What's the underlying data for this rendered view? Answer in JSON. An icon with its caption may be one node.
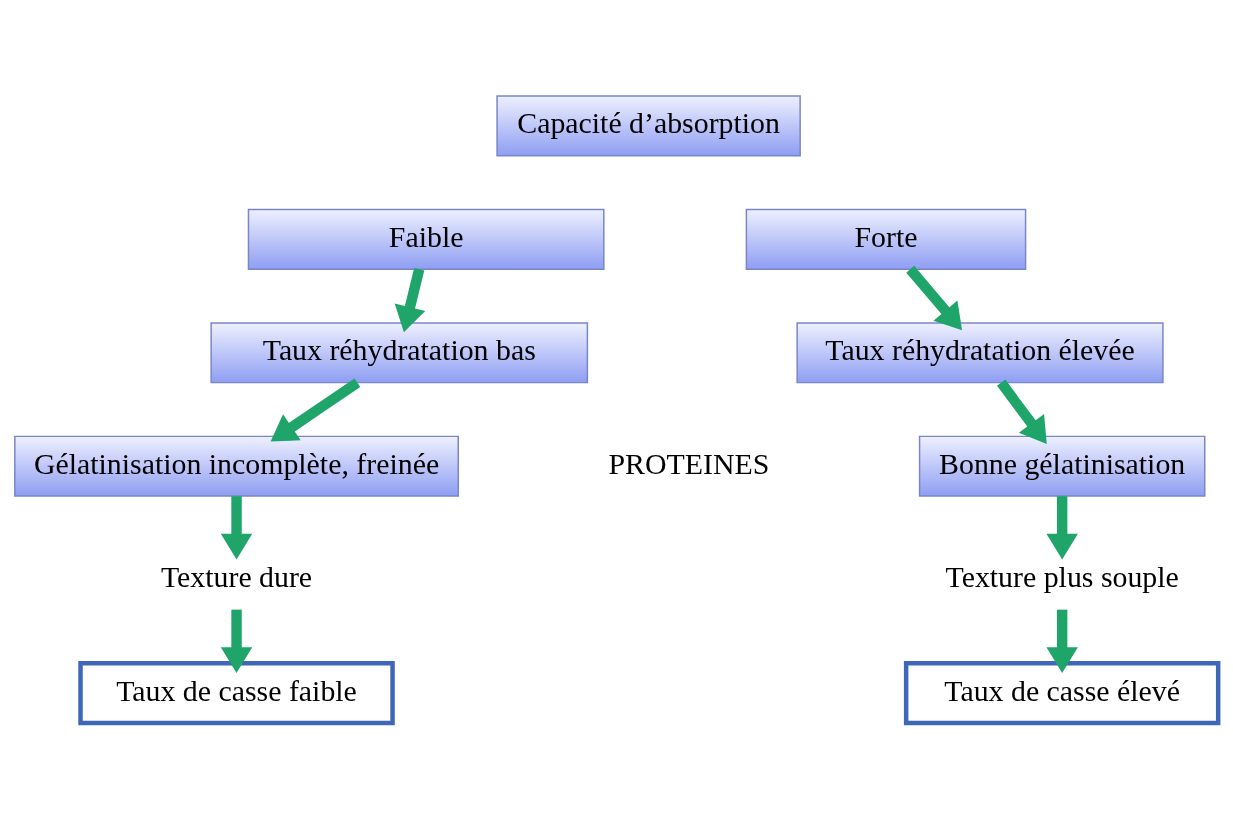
{
  "diagram": {
    "nodes": [
      {
        "text": [
          "Capacité d’absorption"
        ]
      },
      {
        "text": [
          "Faible"
        ]
      },
      {
        "text": [
          "Forte"
        ]
      },
      {
        "text": [
          "Taux réhydratation bas"
        ]
      },
      {
        "text": [
          "Taux réhydratation élevée"
        ]
      },
      {
        "text": [
          "Gélatinisation incomplète, freinée"
        ]
      },
      {
        "text": [
          "Bonne gélatinisation"
        ]
      },
      {
        "text": [
          "Texture dure"
        ]
      },
      {
        "text": [
          "Texture plus souple"
        ]
      },
      {
        "text": [
          "Taux de casse faible"
        ]
      },
      {
        "text": [
          "Taux de casse élevé"
        ]
      }
    ],
    "edges": [
      {
        "from": 1,
        "to": 3,
        "arrow": "to"
      },
      {
        "from": 3,
        "to": 5,
        "arrow": "to"
      },
      {
        "from": 5,
        "to": 7,
        "arrow": "to"
      },
      {
        "from": 7,
        "to": 9,
        "arrow": "to"
      },
      {
        "from": 2,
        "to": 4,
        "arrow": "to"
      },
      {
        "from": 4,
        "to": 6,
        "arrow": "to"
      },
      {
        "from": 6,
        "to": 8,
        "arrow": "to"
      },
      {
        "from": 8,
        "to": 10,
        "arrow": "to"
      }
    ],
    "labels": [
      "PROTEINES"
    ]
  }
}
